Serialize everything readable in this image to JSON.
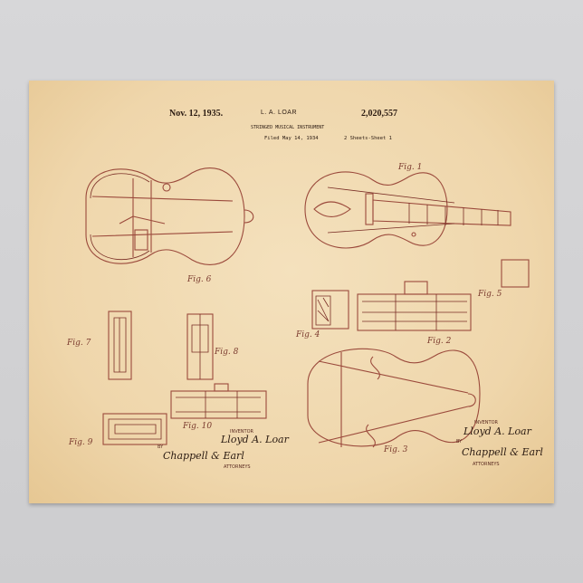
{
  "patent": {
    "date": "Nov. 12, 1935.",
    "inventor": "L. A. LOAR",
    "number": "2,020,557",
    "title": "STRINGED MUSICAL INSTRUMENT",
    "filed": "Filed May 14, 1934",
    "sheets": "2 Sheets-Sheet 1"
  },
  "figures": [
    "Fig. 1",
    "Fig. 2",
    "Fig. 3",
    "Fig. 4",
    "Fig. 5",
    "Fig. 6",
    "Fig. 7",
    "Fig. 8",
    "Fig. 9",
    "Fig. 10"
  ],
  "signatures": {
    "inventor_label": "INVENTOR",
    "inventor_name": "Lloyd A. Loar",
    "by": "BY",
    "attorney_sig": "Chappell & Earl",
    "attorneys_label": "ATTORNEYS"
  },
  "colors": {
    "paper": "#efd6ab",
    "ink": "#9b4a3c",
    "text": "#2b1b12"
  }
}
